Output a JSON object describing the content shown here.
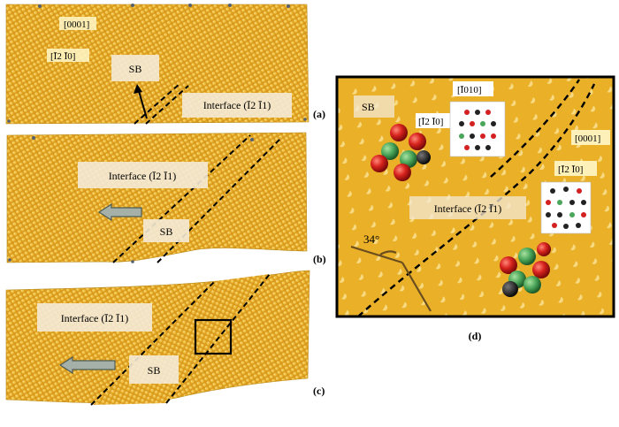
{
  "figure": {
    "panels": [
      {
        "id": "a",
        "letter": "(a)",
        "labels": {
          "axis_c": "[0001]",
          "axis_a": "[Ī2 Ī0]",
          "sb": "SB",
          "interface": "Interface (Ī2 Ī1)"
        }
      },
      {
        "id": "b",
        "letter": "(b)",
        "labels": {
          "interface": "Interface (Ī2 Ī1)",
          "sb": "SB"
        }
      },
      {
        "id": "c",
        "letter": "(c)",
        "labels": {
          "interface": "Interface (Ī2 Ī1)",
          "sb": "SB"
        }
      },
      {
        "id": "d",
        "letter": "(d)",
        "labels": {
          "sb": "SB",
          "dir_top": "[Ī010]",
          "dir_left": "[Ī2 Ī0]",
          "axis_c": "[0001]",
          "dir_right": "[Ī2 Ī0]",
          "interface": "Interface (Ī2 Ī1)",
          "angle": "34°"
        }
      }
    ],
    "colors": {
      "atom_fill": "#e6ac1e",
      "atom_line": "#ac7f0c",
      "oxygen": "#d32020",
      "metal_green": "#4aa65a",
      "dark_atom": "#222222",
      "label_bg": "#fff7c8"
    }
  }
}
